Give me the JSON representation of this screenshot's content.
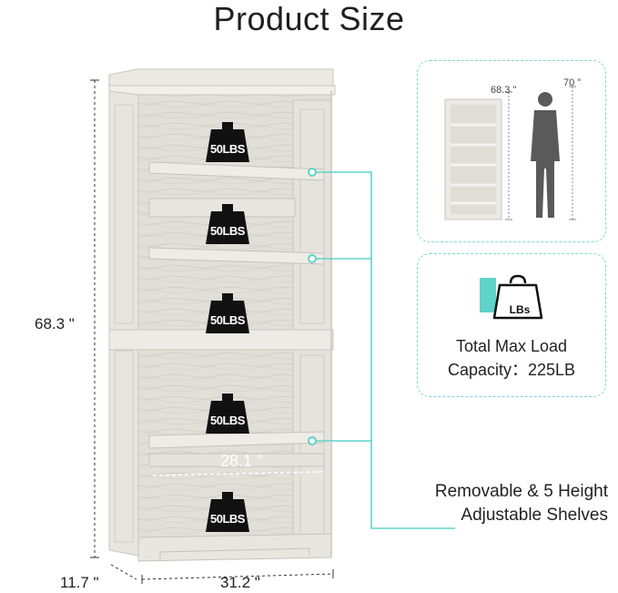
{
  "title": "Product Size",
  "dimensions": {
    "height": "68.3 \"",
    "depth": "11.7 \"",
    "width": "31.2 \"",
    "shelf_width": "28.1 \""
  },
  "weights": [
    "50LBS",
    "50LBS",
    "50LBS",
    "50LBS",
    "50LBS"
  ],
  "scale_card": {
    "shelf_height": "68.3 \"",
    "person_height": "70 \""
  },
  "load_card": {
    "badge": "LBs",
    "line1": "Total Max Load",
    "line2": "Capacity：225LB"
  },
  "adjustable": {
    "line1": "Removable & 5 Height",
    "line2": "Adjustable Shelves"
  },
  "colors": {
    "accent": "#5fd3c7",
    "wood": "#e3e0da",
    "weight_icon": "#111111"
  }
}
